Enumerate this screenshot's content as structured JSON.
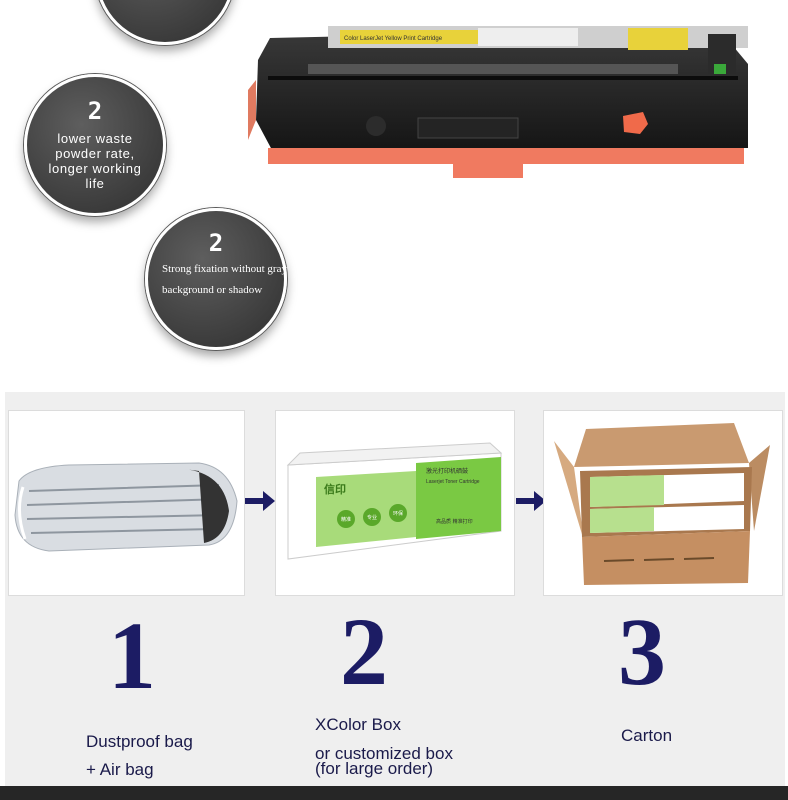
{
  "features": [
    {
      "number": "",
      "text": ""
    },
    {
      "number": "2",
      "text": "lower waste powder rate, longer working life"
    },
    {
      "number": "2",
      "text": "Strong fixation without gray background or shadow"
    }
  ],
  "cartridge": {
    "label": "Color LaserJet Yellow Print Cartridge",
    "color": "#e8d23a"
  },
  "packaging": {
    "box_brand": "信印",
    "box_title": "激光打印机硒鼓",
    "box_subtitle": "Laserjet Toner Cartridge",
    "box_badges": [
      "精准",
      "专业",
      "环保"
    ],
    "box_footer": "高品质 精准打印",
    "steps": [
      {
        "number": "1",
        "caption_line1": "Dustproof bag",
        "caption_line2": "+ Air bag"
      },
      {
        "number": "2",
        "caption_line1": "XColor Box",
        "caption_line2": "or customized box",
        "caption_line3": "(for large order)"
      },
      {
        "number": "3",
        "caption_line1": "Carton"
      }
    ]
  },
  "colors": {
    "accent_navy": "#1c1c64",
    "circle_gray": "#4a4a4a",
    "box_green": "#7ac943"
  }
}
